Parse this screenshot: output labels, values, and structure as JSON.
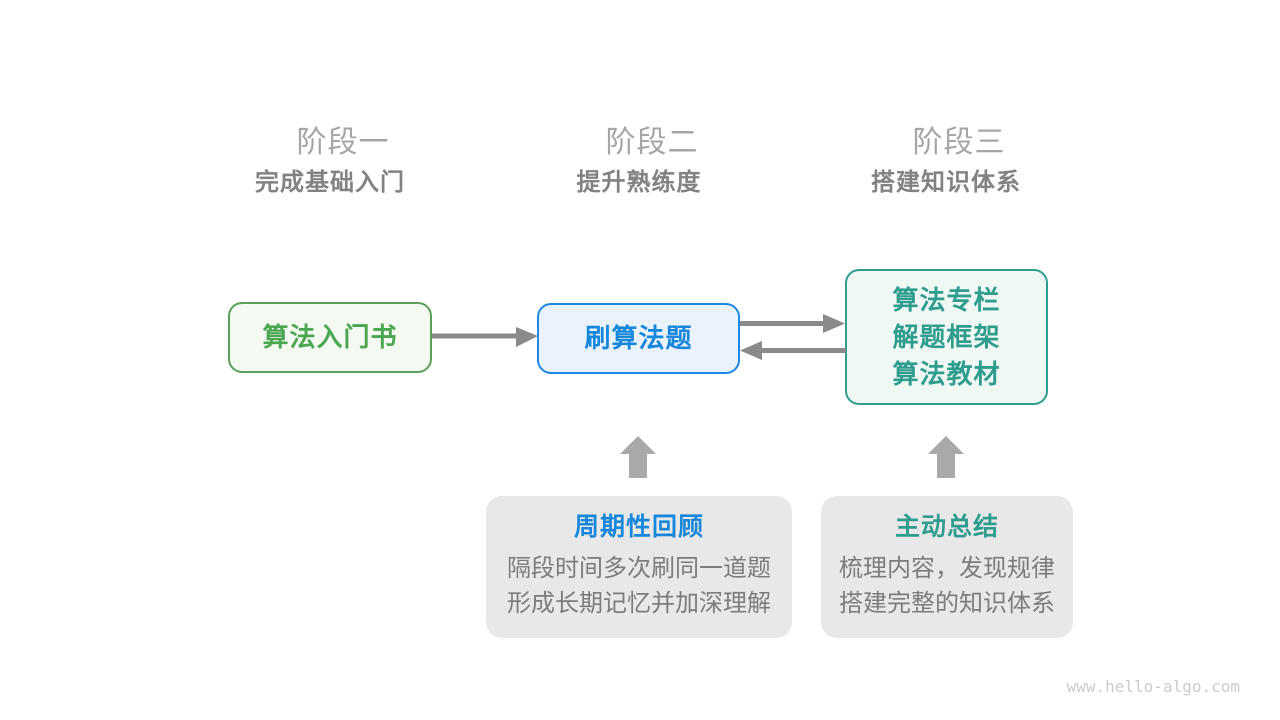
{
  "meta": {
    "watermark": "www.hello-algo.com"
  },
  "colors": {
    "green_border": "#5BA05B",
    "green_text": "#4BA652",
    "green_fill": "#F4F9F1",
    "blue_border": "#1E88E5",
    "blue_text": "#1787DC",
    "blue_fill": "#EAF3FB",
    "teal_border": "#2F9D8E",
    "teal_text": "#2F9D8E",
    "teal_fill": "#F0F8F4",
    "note_bg": "#E8E8E8",
    "note_body_text": "#7C7C7C",
    "stage_label": "#A6A6A6",
    "stage_subtitle": "#828282",
    "arrow": "#8A8A8A",
    "block_arrow": "#A9A9A9",
    "watermark": "#CCCCCC"
  },
  "stages": [
    {
      "label": "阶段一",
      "subtitle": "完成基础入门"
    },
    {
      "label": "阶段二",
      "subtitle": "提升熟练度"
    },
    {
      "label": "阶段三",
      "subtitle": "搭建知识体系"
    }
  ],
  "nodes": {
    "intro_book": {
      "label": "算法入门书"
    },
    "practice": {
      "label": "刷算法题"
    },
    "advanced": {
      "lines": [
        "算法专栏",
        "解题框架",
        "算法教材"
      ]
    }
  },
  "notes": {
    "review": {
      "title": "周期性回顾",
      "body_line1": "隔段时间多次刷同一道题",
      "body_line2": "形成长期记忆并加深理解"
    },
    "summary": {
      "title": "主动总结",
      "body_line1": "梳理内容，发现规律",
      "body_line2": "搭建完整的知识体系"
    }
  }
}
